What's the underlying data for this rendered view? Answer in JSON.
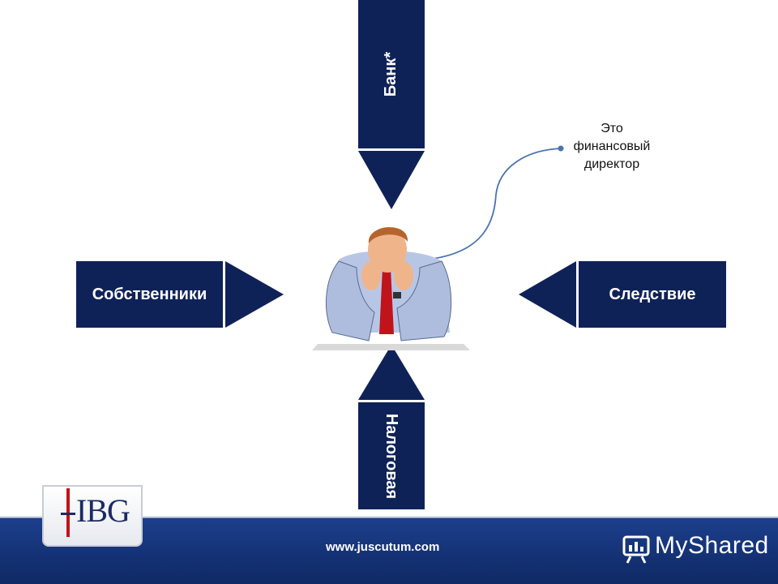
{
  "diagram": {
    "top_label": "Банк*",
    "bottom_label": "Налоговая",
    "left_label": "Собственники",
    "right_label": "Следствие",
    "callout_lines": [
      "Это",
      "финансовый",
      "директор"
    ]
  },
  "footer": {
    "url": "www.juscutum.com",
    "brand": "MyShared",
    "logo_text": "IBG"
  },
  "colors": {
    "box": "#0f2258",
    "footer": "#143174",
    "connector": "#4a72b0"
  }
}
